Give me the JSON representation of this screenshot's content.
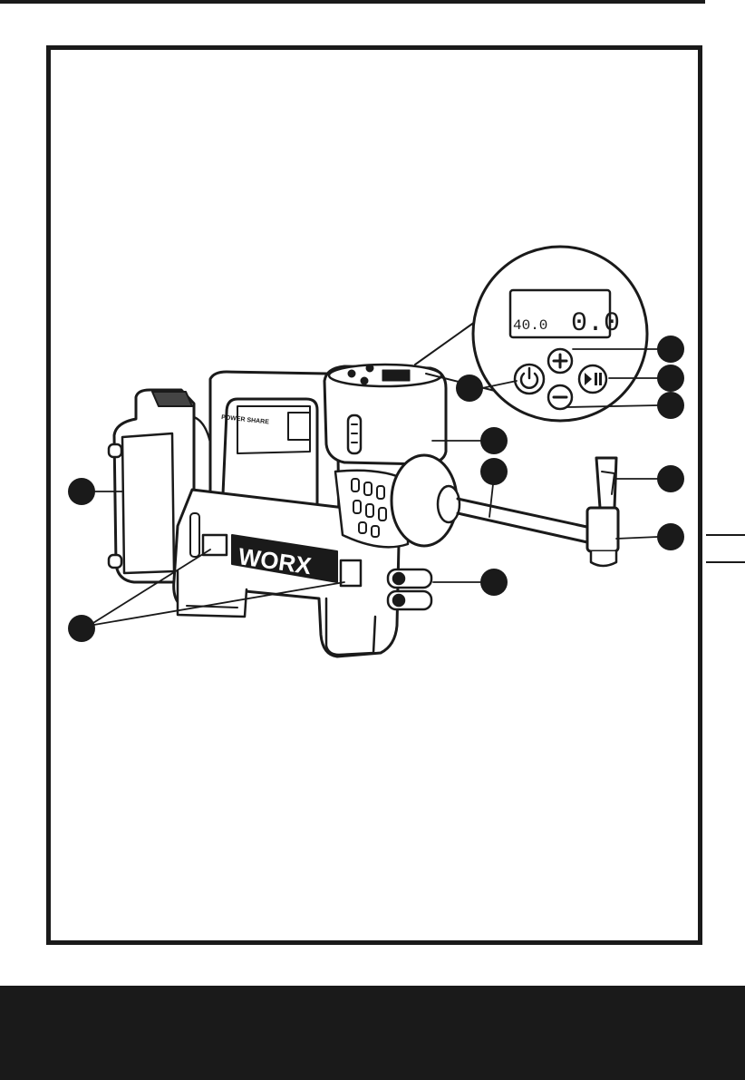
{
  "illustration": {
    "brand_logo": "WORX",
    "handle_badge": "POWER SHARE",
    "display": {
      "left_value": "40.0",
      "right_value": "0.0"
    },
    "callout_labels": []
  }
}
